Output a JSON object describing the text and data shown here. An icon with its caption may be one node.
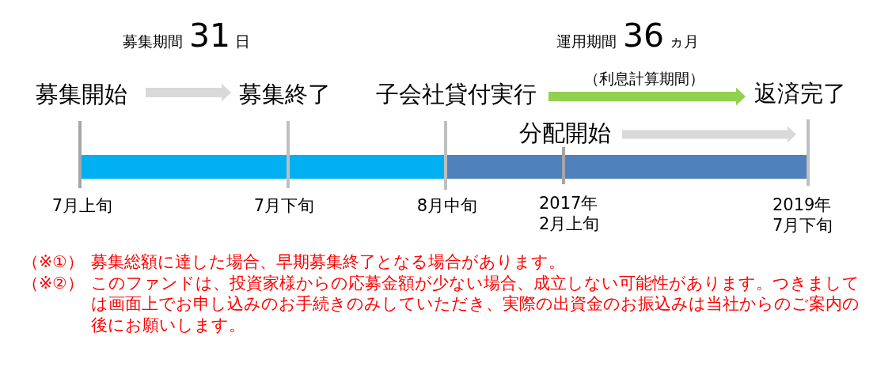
{
  "diagram": {
    "nodes": [
      {
        "text": [
          "募集開始"
        ]
      },
      {
        "text": [
          "募集終了"
        ]
      },
      {
        "text": [
          "子会社貸付実行"
        ]
      },
      {
        "text": [
          "返済完了"
        ]
      },
      {
        "text": [
          "分配開始"
        ]
      }
    ],
    "edges": [
      {
        "from": 0,
        "to": 1,
        "arrow": "to"
      },
      {
        "from": 2,
        "to": 3,
        "arrow": "to",
        "label": "（利息計算期間）",
        "color": "#92d050"
      },
      {
        "from": 4,
        "to": 3,
        "arrow": "to"
      }
    ],
    "labels": [
      "募集期間31日",
      "運用期間36ヵ月",
      "7月上旬",
      "7月下旬",
      "8月中旬",
      "2017年2月上旬",
      "2019年7月下旬",
      "（※①）",
      "募集総額に達した場合、早期募集終了となる場合があります。",
      "（※②）",
      "このファンドは、投資家様からの応募金額が少ない場合、成立しない可能性があります。つきましては画面上でお申し込みのお手続きのみしていただき、実際の出資金のお振込みは当社からのご案内の後にお願いします。"
    ]
  }
}
